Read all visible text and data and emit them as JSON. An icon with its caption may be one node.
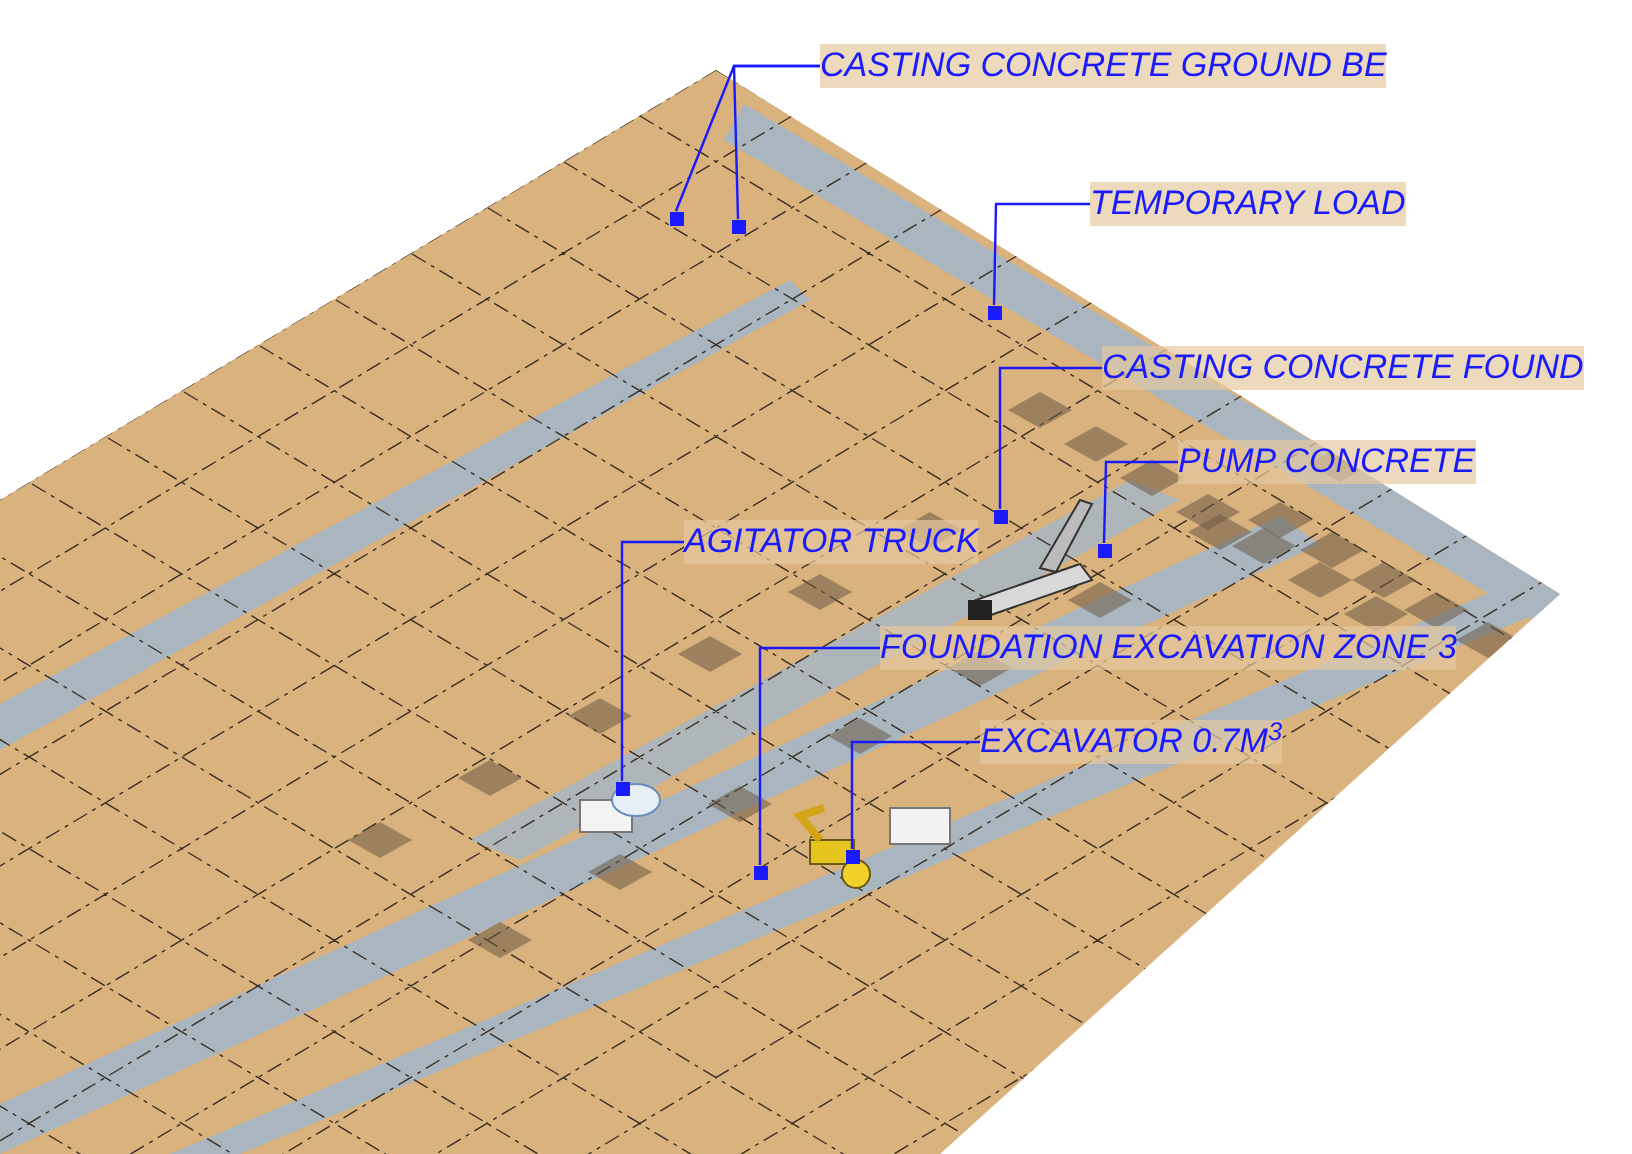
{
  "diagram": {
    "nodes": [
      {
        "text": [
          "CASTING CONCRETE GROUND BE"
        ]
      },
      {
        "text": [
          "TEMPORARY LOAD"
        ]
      },
      {
        "text": [
          "CASTING CONCRETE FOUND"
        ]
      },
      {
        "text": [
          "PUMP CONCRETE"
        ]
      },
      {
        "text": [
          "AGITATOR TRUCK"
        ]
      },
      {
        "text": [
          "FOUNDATION EXCAVATION ZONE 3"
        ]
      },
      {
        "text": [
          "EXCAVATOR 0.7M$^{3}$"
        ]
      },
      {
        "text": [],
        "shape": "box"
      },
      {
        "text": [],
        "shape": "box"
      },
      {
        "text": [],
        "shape": "box"
      },
      {
        "text": [],
        "shape": "box"
      },
      {
        "text": [],
        "shape": "box"
      },
      {
        "text": [],
        "shape": "box"
      },
      {
        "text": [],
        "shape": "box"
      },
      {
        "text": [],
        "shape": "box"
      }
    ],
    "edges": [
      {
        "from": 0,
        "to": 7,
        "arrow": "none"
      },
      {
        "from": 0,
        "to": 8,
        "arrow": "none"
      },
      {
        "from": 1,
        "to": 9,
        "arrow": "none"
      },
      {
        "from": 2,
        "to": 10,
        "arrow": "none"
      },
      {
        "from": 3,
        "to": 11,
        "arrow": "none"
      },
      {
        "from": 4,
        "to": 12,
        "arrow": "none"
      },
      {
        "from": 5,
        "to": 13,
        "arrow": "none"
      },
      {
        "from": 6,
        "to": 14,
        "arrow": "none"
      }
    ]
  }
}
